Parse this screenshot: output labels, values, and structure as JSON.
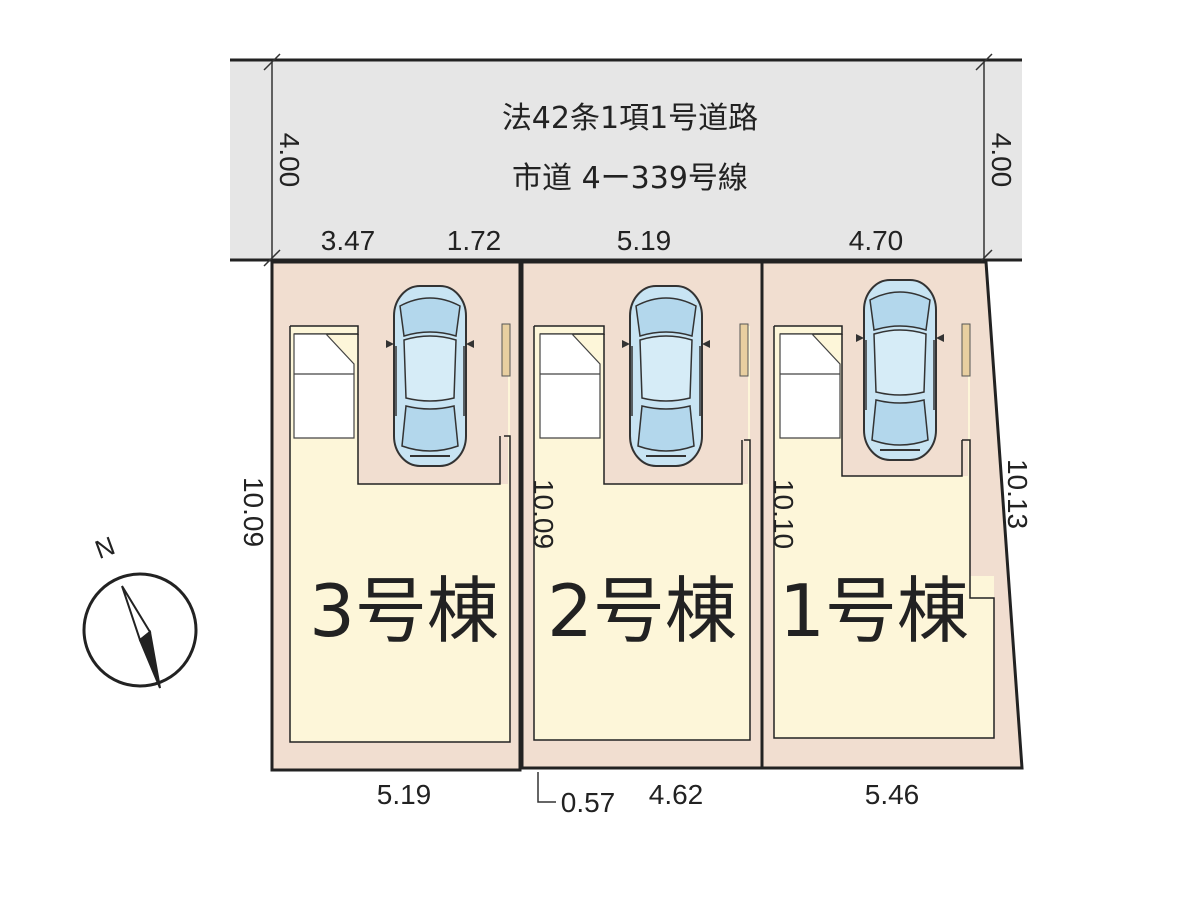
{
  "road": {
    "line1": "法42条1項1号道路",
    "line2": "市道 4ー339号線",
    "width_left": "4.00",
    "width_right": "4.00"
  },
  "frontage": {
    "lot3_a": "3.47",
    "lot3_b": "1.72",
    "lot2": "5.19",
    "lot1": "4.70"
  },
  "depth": {
    "lot3": "10.09",
    "lot2": "10.09",
    "lot1_left": "10.10",
    "lot1_right": "10.13"
  },
  "rear": {
    "lot3": "5.19",
    "offset": "0.57",
    "lot2": "4.62",
    "lot1": "5.46"
  },
  "lots": [
    {
      "label": "3号棟"
    },
    {
      "label": "2号棟"
    },
    {
      "label": "1号棟"
    }
  ],
  "compass": {
    "north": "N"
  },
  "colors": {
    "road": "#e6e6e6",
    "lot_beige": "#f1ded0",
    "house_yellow": "#fdf6d9",
    "car_blue": "#c8e4f3",
    "post": "#e8cfa0"
  },
  "icons": [
    "car-icon",
    "north-arrow-icon"
  ]
}
